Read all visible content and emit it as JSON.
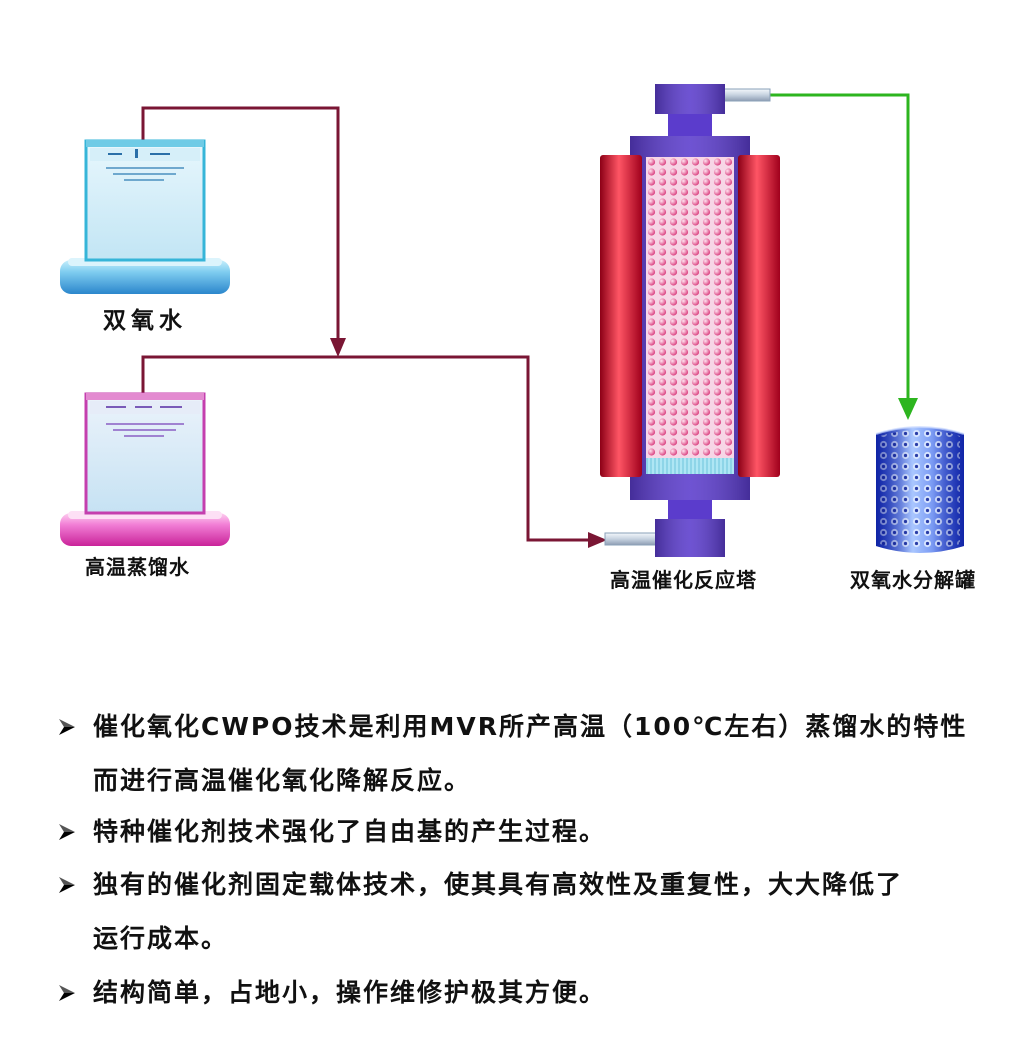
{
  "diagram": {
    "labels": {
      "hydrogen_peroxide": "双氧水",
      "hot_distilled_water": "高温蒸馏水",
      "reactor": "高温催化反应塔",
      "decomposition_tank": "双氧水分解罐"
    },
    "colors": {
      "feed_pipe": "#7a1634",
      "outlet_pipe": "#2db51f",
      "reactor_body": "#5b3ccc",
      "heater": "#ff5565",
      "catalyst_bed": "#f7d6e6",
      "h2o2_tank_outline": "#36b5d8",
      "water_tank_outline": "#c43fae"
    }
  },
  "bullet_icon": "arrowhead-bullet-icon",
  "bullets": [
    {
      "lines": [
        "催化氧化CWPO技术是利用MVR所产高温（100℃左右）蒸馏水的特性",
        "而进行高温催化氧化降解反应。"
      ]
    },
    {
      "lines": [
        "特种催化剂技术强化了自由基的产生过程。"
      ]
    },
    {
      "lines": [
        "独有的催化剂固定载体技术，使其具有高效性及重复性，大大降低了",
        "运行成本。"
      ]
    },
    {
      "lines": [
        "结构简单，占地小，操作维修护极其方便。"
      ]
    }
  ]
}
